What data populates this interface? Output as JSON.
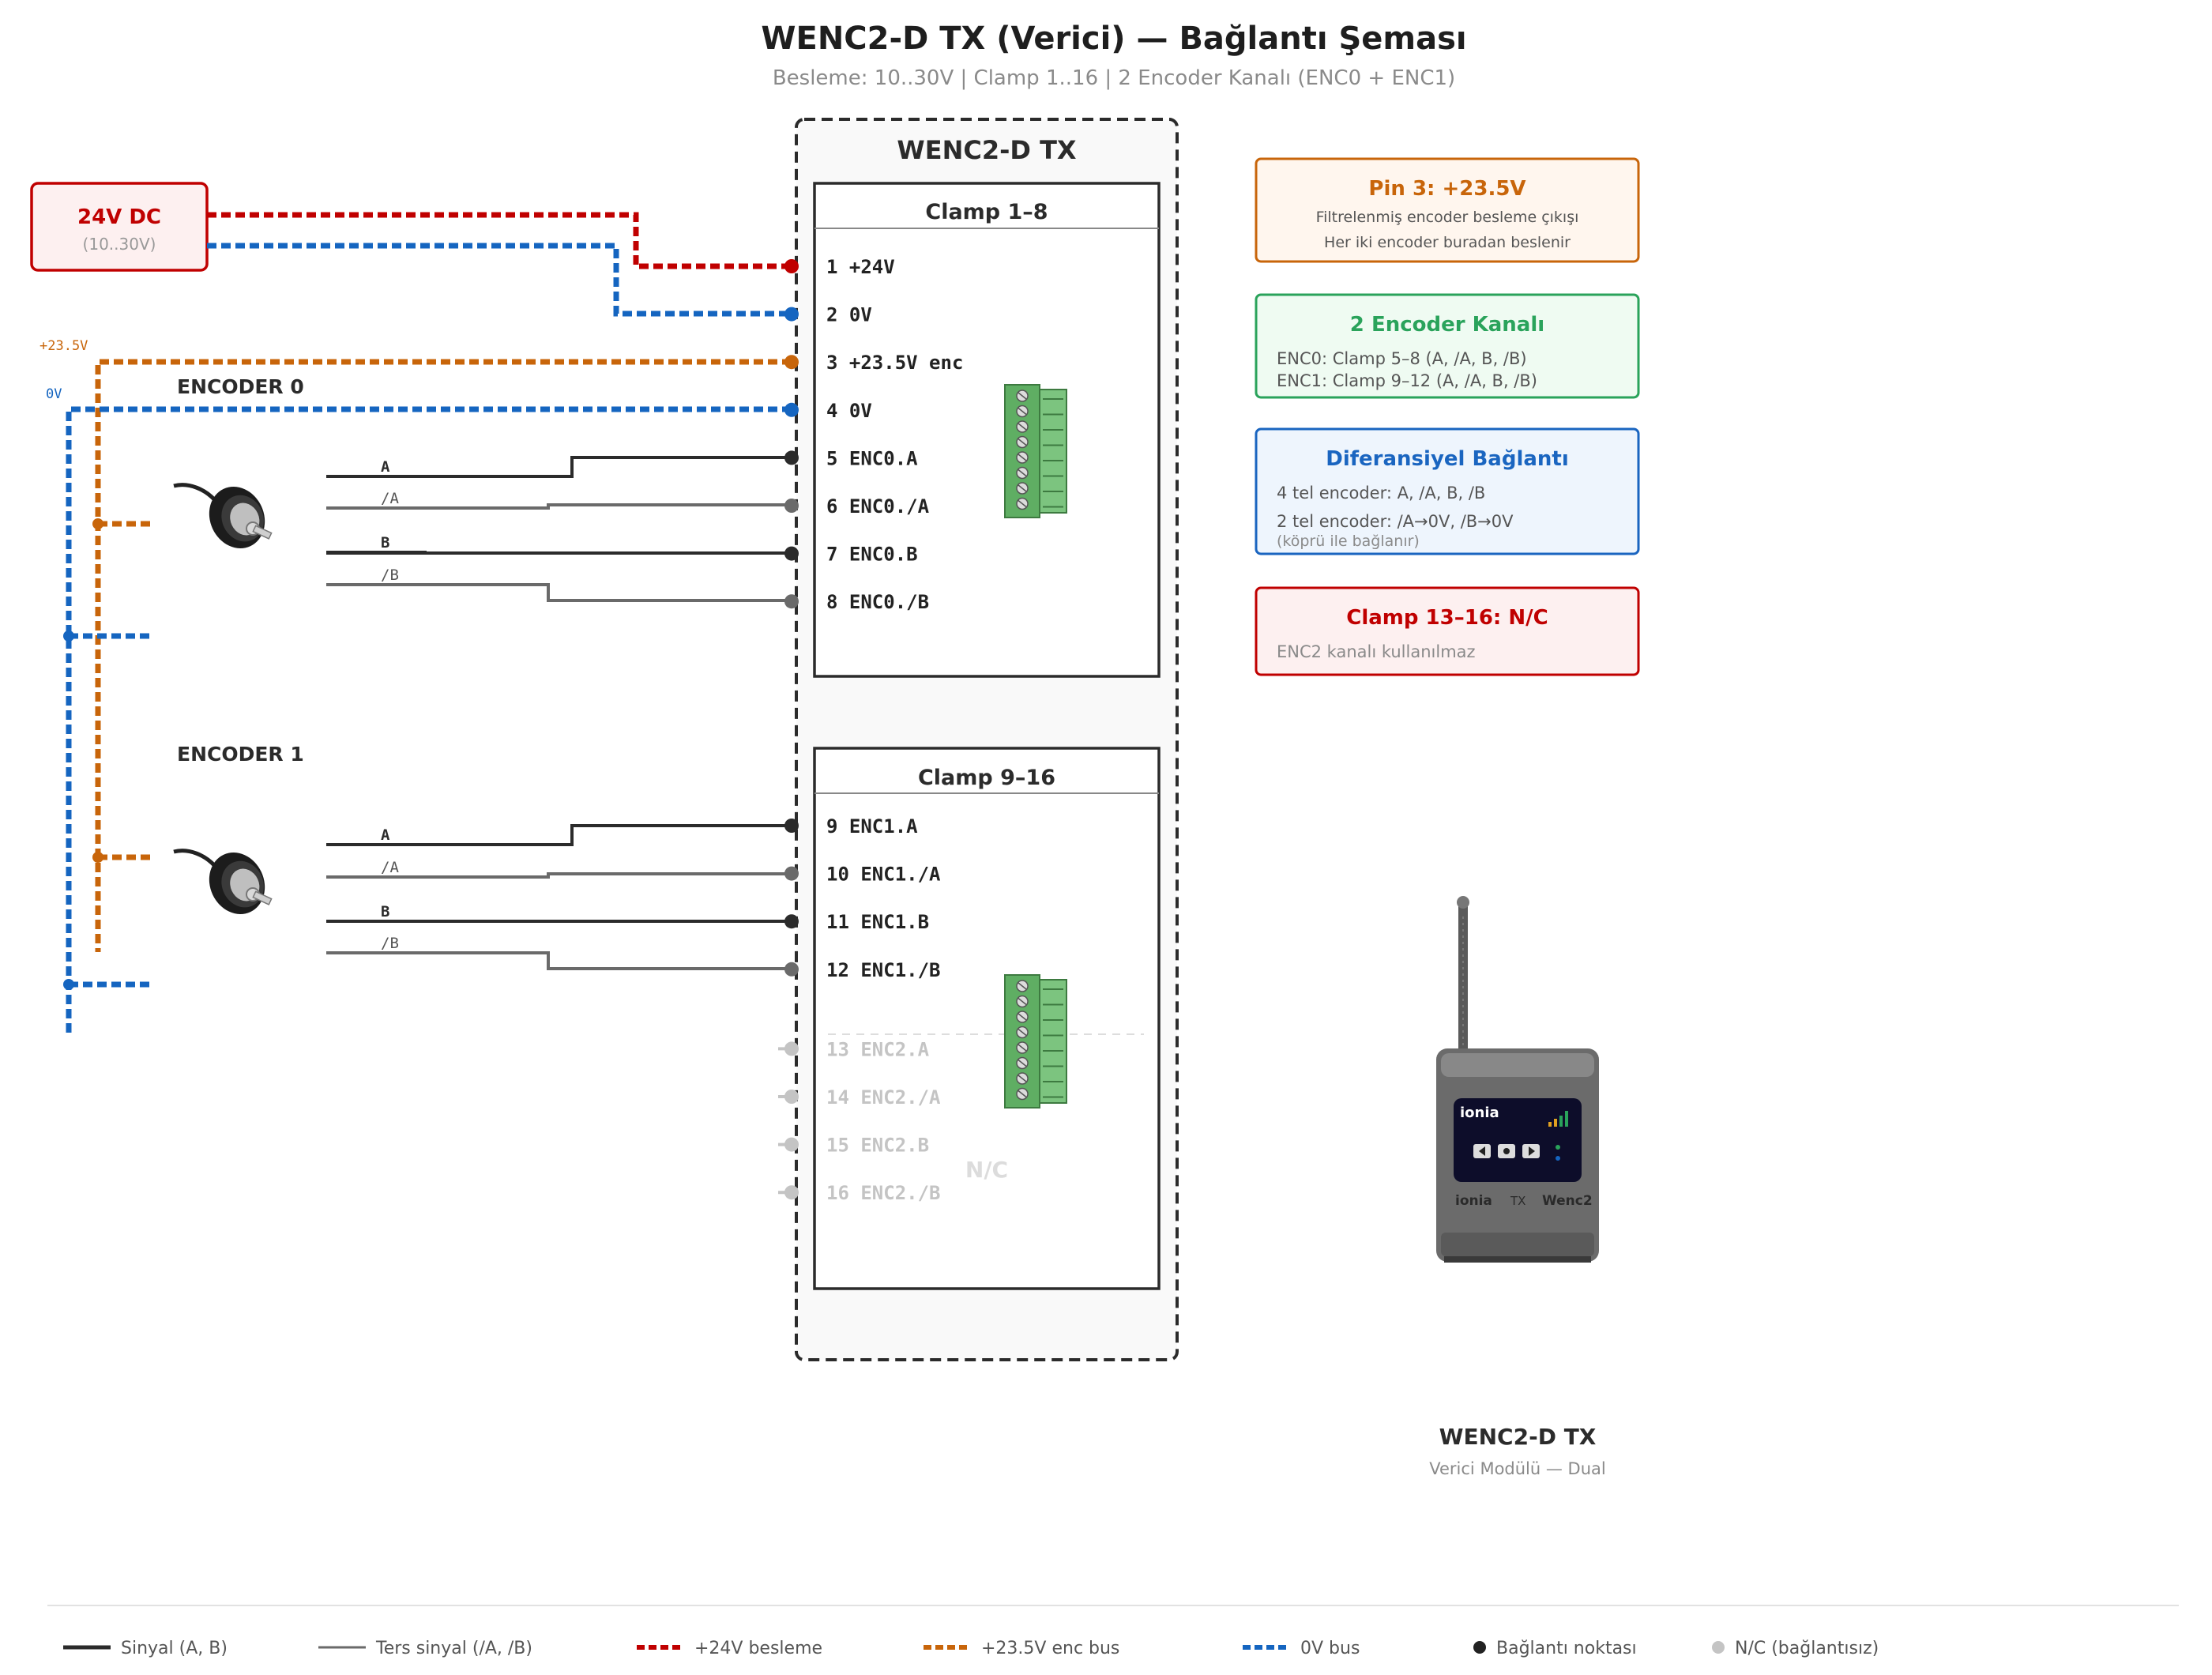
{
  "header": {
    "title": "WENC2-D TX (Verici) — Bağlantı Şeması",
    "subtitle": "Besleme: 10..30V | Clamp 1..16 | 2 Encoder Kanalı (ENC0 + ENC1)"
  },
  "power": {
    "label": "24V DC",
    "range": "(10..30V)"
  },
  "bus_labels": {
    "enc_bus": "+23.5V",
    "zero_bus": "0V"
  },
  "encoders": [
    {
      "label": "ENCODER 0",
      "signals": [
        "A",
        "/A",
        "B",
        "/B"
      ]
    },
    {
      "label": "ENCODER 1",
      "signals": [
        "A",
        "/A",
        "B",
        "/B"
      ]
    }
  ],
  "module": {
    "title": "WENC2-D TX",
    "nc_label": "N/C"
  },
  "clamp_groups": [
    {
      "title": "Clamp 1–8",
      "pins": [
        {
          "label": "1 +24V",
          "kind": "red"
        },
        {
          "label": "2 0V",
          "kind": "blue"
        },
        {
          "label": "3 +23.5V enc",
          "kind": "orange"
        },
        {
          "label": "4 0V",
          "kind": "blue"
        },
        {
          "label": "5 ENC0.A",
          "kind": "signal"
        },
        {
          "label": "6 ENC0./A",
          "kind": "inverse"
        },
        {
          "label": "7 ENC0.B",
          "kind": "signal"
        },
        {
          "label": "8 ENC0./B",
          "kind": "inverse"
        }
      ]
    },
    {
      "title": "Clamp 9–16",
      "pins": [
        {
          "label": "9 ENC1.A",
          "kind": "signal"
        },
        {
          "label": "10 ENC1./A",
          "kind": "inverse"
        },
        {
          "label": "11 ENC1.B",
          "kind": "signal"
        },
        {
          "label": "12 ENC1./B",
          "kind": "inverse"
        },
        {
          "label": "13 ENC2.A",
          "kind": "nc"
        },
        {
          "label": "14 ENC2./A",
          "kind": "nc"
        },
        {
          "label": "15 ENC2.B",
          "kind": "nc"
        },
        {
          "label": "16 ENC2./B",
          "kind": "nc"
        }
      ]
    }
  ],
  "info_boxes": [
    {
      "title": "Pin 3: +23.5V",
      "lines": [
        "Filtrelenmiş encoder besleme çıkışı",
        "Her iki encoder buradan beslenir"
      ],
      "note": "",
      "accent": "#c8650a",
      "fill": "#fff6ee"
    },
    {
      "title": "2 Encoder Kanalı",
      "lines": [
        "ENC0: Clamp 5–8 (A, /A, B, /B)",
        "ENC1: Clamp 9–12 (A, /A, B, /B)"
      ],
      "note": "",
      "accent": "#2aa35b",
      "fill": "#effbf2"
    },
    {
      "title": "Diferansiyel Bağlantı",
      "lines": [
        "4 tel encoder: A, /A, B, /B",
        "2 tel encoder: /A→0V, /B→0V"
      ],
      "note": "(köprü ile bağlanır)",
      "accent": "#1a65c0",
      "fill": "#eef5fd"
    },
    {
      "title": "Clamp 13–16: N/C",
      "lines": [
        "ENC2 kanalı kullanılmaz"
      ],
      "note": "",
      "accent": "#c00000",
      "fill": "#fdf0f0"
    }
  ],
  "device": {
    "brand": "ionia",
    "tx_mark": "TX",
    "model_mark": "Wenc2",
    "caption": "WENC2-D TX",
    "subcaption": "Verici Modülü — Dual"
  },
  "legend": [
    {
      "label": "Sinyal (A, B)",
      "style": "signal"
    },
    {
      "label": "Ters sinyal (/A, /B)",
      "style": "inverse"
    },
    {
      "label": "+24V besleme",
      "style": "red"
    },
    {
      "label": "+23.5V enc bus",
      "style": "orange"
    },
    {
      "label": "0V bus",
      "style": "blue"
    },
    {
      "label": "Bağlantı noktası",
      "style": "dot"
    },
    {
      "label": "N/C (bağlantısız)",
      "style": "ncdot"
    }
  ],
  "colors": {
    "red": "#c00000",
    "blue": "#1565c0",
    "orange": "#c8650a",
    "signal": "#2b2b2b",
    "inverse": "#6a6a6a",
    "nc": "#c4c4c4",
    "terminal_green": "#7cc47f"
  }
}
